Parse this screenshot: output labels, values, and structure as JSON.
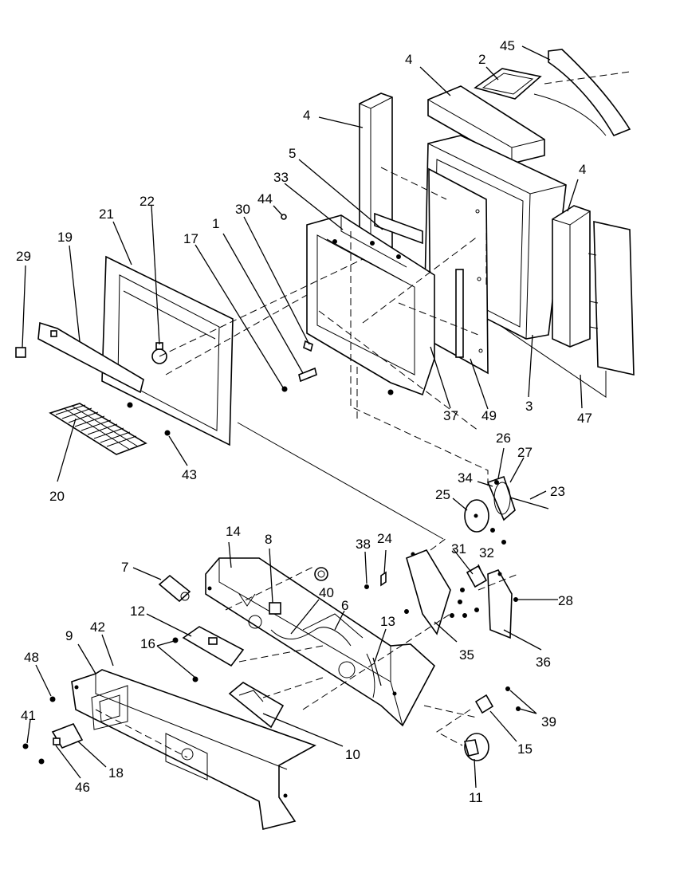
{
  "diagram": {
    "callouts": [
      "45",
      "2",
      "4",
      "4",
      "4",
      "5",
      "33",
      "44",
      "30",
      "22",
      "21",
      "1",
      "17",
      "19",
      "29",
      "3",
      "47",
      "37",
      "49",
      "43",
      "20",
      "26",
      "27",
      "34",
      "23",
      "25",
      "38",
      "24",
      "31",
      "32",
      "28",
      "14",
      "8",
      "7",
      "40",
      "6",
      "12",
      "16",
      "13",
      "35",
      "36",
      "9",
      "42",
      "48",
      "39",
      "15",
      "41",
      "10",
      "18",
      "46",
      "11"
    ]
  }
}
